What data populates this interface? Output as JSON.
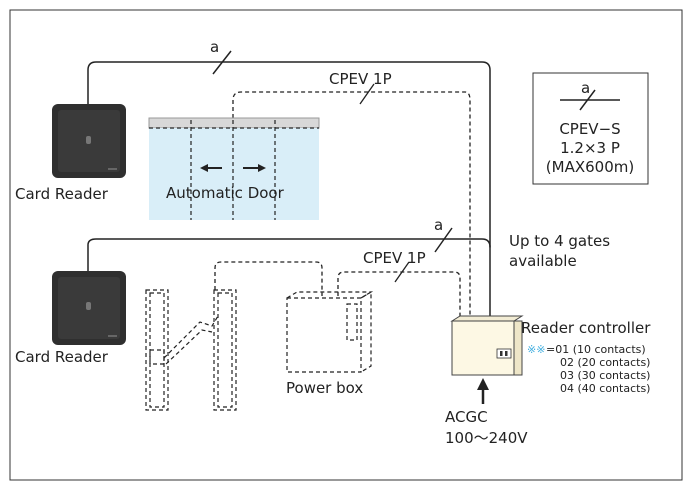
{
  "diagram": {
    "top_cable": {
      "tag": "a",
      "label": "CPEV 1P"
    },
    "bottom_cable": {
      "tag": "a",
      "label": "CPEV 1P"
    },
    "legend": {
      "tag": "a",
      "line1": "CPEV−S",
      "line2": "1.2×3 P",
      "line3": "(MAX600m)"
    },
    "card_reader_top": {
      "label": "Card Reader"
    },
    "card_reader_bottom": {
      "label": "Card Reader"
    },
    "automatic_door": {
      "label": "Automatic Door"
    },
    "gates_note": {
      "line1": "Up to 4 gates",
      "line2": "available"
    },
    "power_box": {
      "label": "Power box"
    },
    "reader_controller": {
      "label": "Reader controller",
      "asterisk": "※※",
      "options": [
        "=01 (10 contacts)",
        "02 (20 contacts)",
        "03 (30 contacts)",
        "04 (40 contacts)"
      ]
    },
    "power_input": {
      "line1": "ACGC",
      "line2": "100～240V"
    }
  }
}
